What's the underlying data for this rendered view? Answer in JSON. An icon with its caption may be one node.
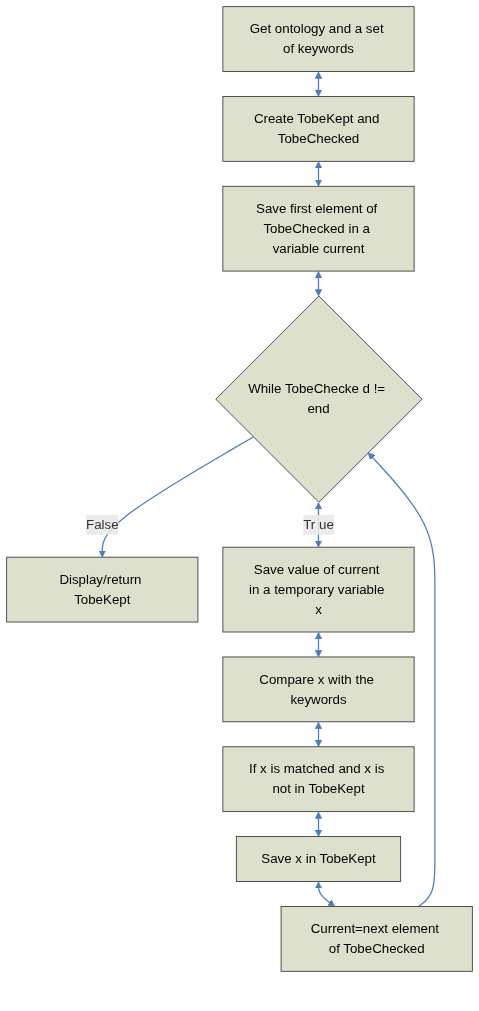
{
  "diagram": {
    "nodes": [
      {
        "text": [
          "Get ontology and a set of keywords"
        ]
      },
      {
        "text": [
          "Create TobeKept and TobeChecked"
        ]
      },
      {
        "text": [
          "Save first element of TobeChecked in a variable current"
        ]
      },
      {
        "text": [
          "While TobeChecke d != end"
        ]
      },
      {
        "text": [
          "Display/return TobeKept"
        ]
      },
      {
        "text": [
          "Save value of current in a temporary variable x"
        ]
      },
      {
        "text": [
          "Compare x with the keywords"
        ]
      },
      {
        "text": [
          "If x is matched and x is not in TobeKept"
        ]
      },
      {
        "text": [
          "Save x in TobeKept"
        ]
      },
      {
        "text": [
          "Current=next element of TobeChecked"
        ]
      }
    ],
    "edges": [
      {
        "from": 0,
        "to": 1,
        "arrow": "both"
      },
      {
        "from": 1,
        "to": 2,
        "arrow": "both"
      },
      {
        "from": 2,
        "to": 3,
        "arrow": "both"
      },
      {
        "from": 3,
        "to": 4,
        "arrow": "to",
        "label": "False"
      },
      {
        "from": 3,
        "to": 5,
        "arrow": "both",
        "label": "Tr ue"
      },
      {
        "from": 5,
        "to": 6,
        "arrow": "both"
      },
      {
        "from": 6,
        "to": 7,
        "arrow": "both"
      },
      {
        "from": 7,
        "to": 8,
        "arrow": "both"
      },
      {
        "from": 8,
        "to": 9,
        "arrow": "both"
      },
      {
        "from": 9,
        "to": 3,
        "arrow": "to"
      }
    ]
  }
}
